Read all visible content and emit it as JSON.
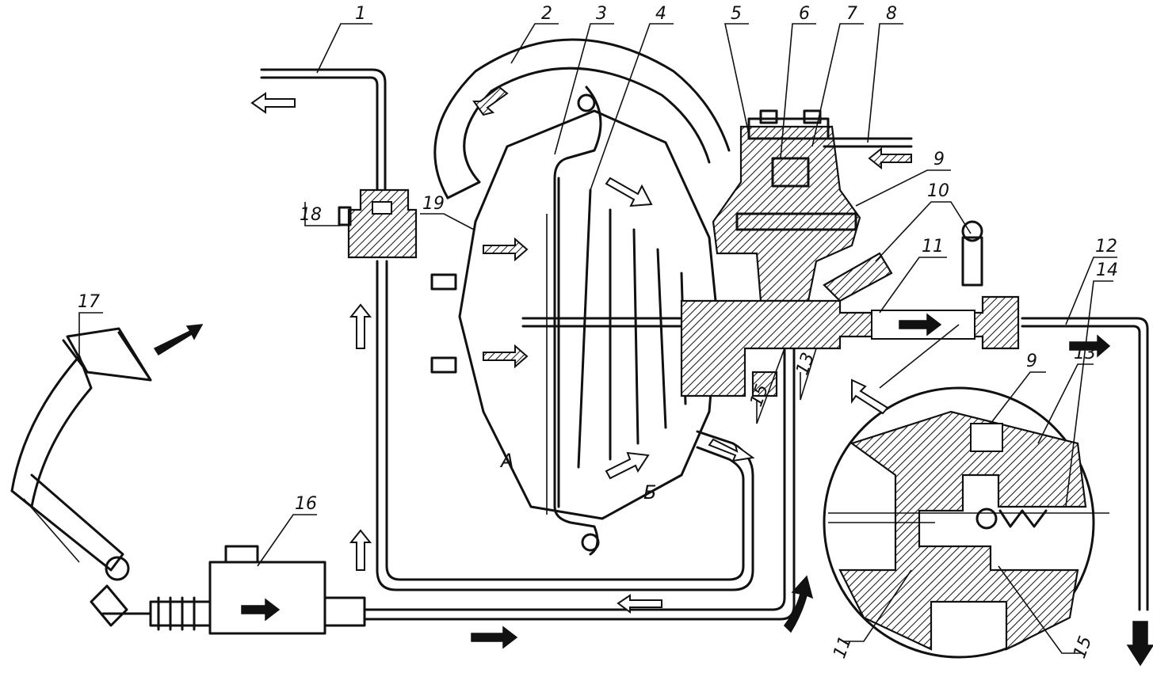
{
  "callouts": [
    {
      "text": "1"
    },
    {
      "text": "2"
    },
    {
      "text": "3"
    },
    {
      "text": "4"
    },
    {
      "text": "5"
    },
    {
      "text": "6"
    },
    {
      "text": "7"
    },
    {
      "text": "8"
    },
    {
      "text": "9"
    },
    {
      "text": "10"
    },
    {
      "text": "11"
    },
    {
      "text": "12"
    },
    {
      "text": "13"
    },
    {
      "text": "15"
    },
    {
      "text": "16"
    },
    {
      "text": "17"
    },
    {
      "text": "18"
    },
    {
      "text": "19"
    },
    {
      "text": "9"
    },
    {
      "text": "13"
    },
    {
      "text": "14"
    },
    {
      "text": "11"
    },
    {
      "text": "15"
    }
  ],
  "regions": {
    "chamber_a": "А",
    "chamber_b": "Б"
  },
  "arrow_styles": {
    "air": "hatched",
    "fluid": "solid",
    "vacuum": "open"
  }
}
